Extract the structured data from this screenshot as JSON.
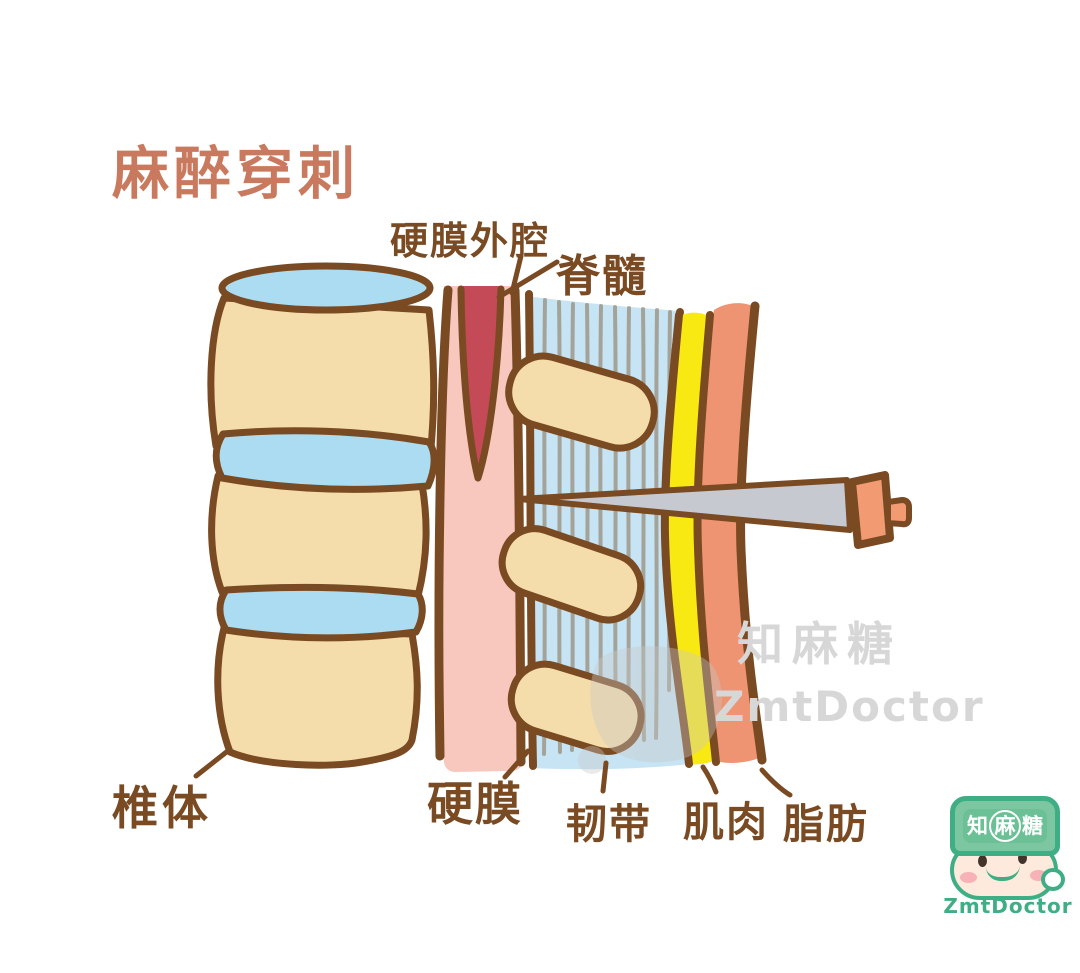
{
  "title": "麻醉穿刺",
  "labels": {
    "epidural_space": "硬膜外腔",
    "spinal_cord": "脊髓",
    "vertebral_body": "椎体",
    "dura": "硬膜",
    "ligament": "韧带",
    "muscle": "肌肉",
    "fat": "脂肪"
  },
  "watermark": {
    "cn": "知麻糖",
    "en": "ZmtDoctor"
  },
  "logo": {
    "cap_char_1": "知",
    "cap_char_2": "麻",
    "cap_char_3": "糖",
    "caption": "ZmtDoctor"
  },
  "colors": {
    "outline": "#7a4a22",
    "title_text": "#c97a5e",
    "label_text": "#7a4a22",
    "bone": "#f4dcab",
    "disc": "#abdcf2",
    "dura_pink": "#f8c7be",
    "cord_red": "#c54a57",
    "ligament_blue": "#c6e4f4",
    "streak": "#8a6f50",
    "muscle_yellow": "#f9e912",
    "fat_salmon": "#ee9472",
    "needle_gray": "#c6cad0",
    "hub_salmon": "#f29b72",
    "watermark_gray": "#d7d7d7",
    "logo_green": "#3fae85",
    "logo_cap_fill": "#7cc7a1",
    "logo_face": "#fdeadc",
    "logo_cheek": "#f6b2b6"
  }
}
